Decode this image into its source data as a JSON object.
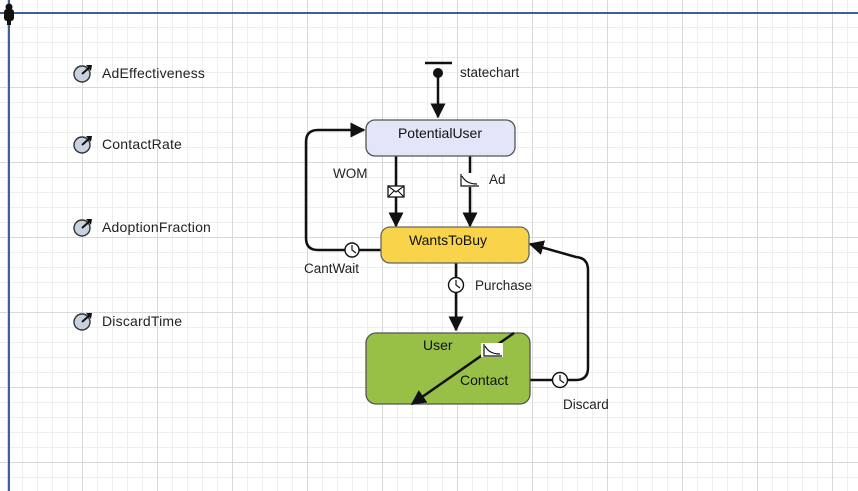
{
  "canvas": {
    "axis_color": "#3d5f9e",
    "grid_color": "#d8d8d8"
  },
  "parameters": [
    {
      "name": "AdEffectiveness",
      "icon": "parameter-icon"
    },
    {
      "name": "ContactRate",
      "icon": "parameter-icon"
    },
    {
      "name": "AdoptionFraction",
      "icon": "parameter-icon"
    },
    {
      "name": "DiscardTime",
      "icon": "parameter-icon"
    }
  ],
  "statechart": {
    "entry_label": "statechart",
    "states": {
      "potential_user": {
        "label": "PotentialUser",
        "fill": "#e3e5f8"
      },
      "wants_to_buy": {
        "label": "WantsToBuy",
        "fill": "#f9d34a"
      },
      "user": {
        "label": "User",
        "fill": "#98c046"
      }
    },
    "transitions": {
      "wom": {
        "label": "WOM",
        "trigger": "message-icon"
      },
      "ad": {
        "label": "Ad",
        "trigger": "rate-icon"
      },
      "cant_wait": {
        "label": "CantWait",
        "trigger": "timeout-icon"
      },
      "purchase": {
        "label": "Purchase",
        "trigger": "timeout-icon"
      },
      "contact": {
        "label": "Contact",
        "trigger": "rate-icon"
      },
      "discard": {
        "label": "Discard",
        "trigger": "timeout-icon"
      }
    }
  }
}
